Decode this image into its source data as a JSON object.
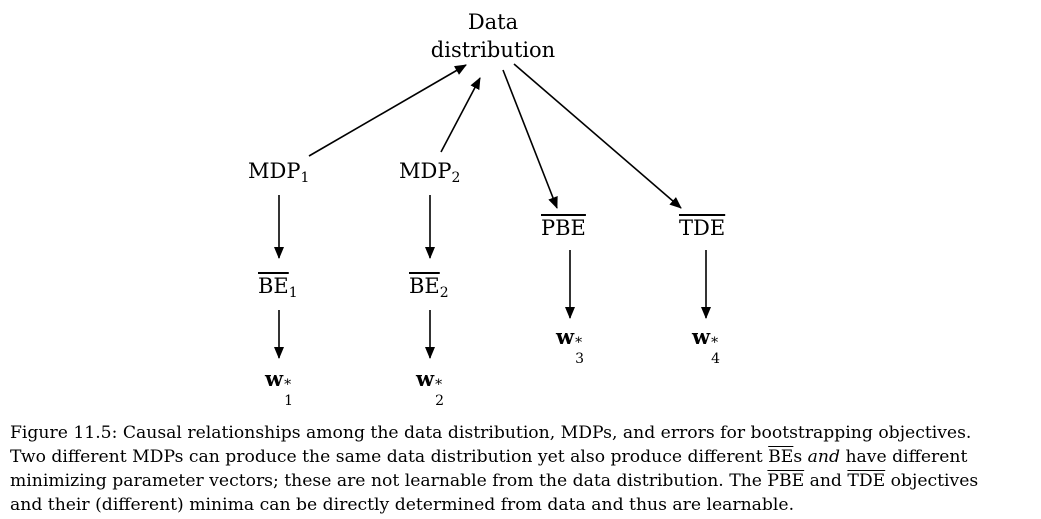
{
  "nodes": {
    "data_dist": {
      "line1": "Data",
      "line2": "distribution"
    },
    "mdp1": {
      "text": "MDP",
      "sub": "1"
    },
    "mdp2": {
      "text": "MDP",
      "sub": "2"
    },
    "pbe": {
      "text": "PBE"
    },
    "tde": {
      "text": "TDE"
    },
    "be1": {
      "text": "BE",
      "sub": "1"
    },
    "be2": {
      "text": "BE",
      "sub": "2"
    },
    "w1": {
      "text": "w",
      "sup": "*",
      "sub": "1"
    },
    "w2": {
      "text": "w",
      "sup": "*",
      "sub": "2"
    },
    "w3": {
      "text": "w",
      "sup": "*",
      "sub": "3"
    },
    "w4": {
      "text": "w",
      "sup": "*",
      "sub": "4"
    }
  },
  "caption": {
    "l1": "Figure 11.5: Causal relationships among the data distribution, MDPs, and errors for bootstrapping objectives.",
    "l2a": "Two different MDPs can produce the same data distribution yet also produce different ",
    "l2b": "BE",
    "l2c": "s ",
    "l2d": "and",
    "l2e": " have different",
    "l3": "minimizing parameter vectors; these are not learnable from the data distribution.  The ",
    "l3b": "PBE",
    "l3c": " and ",
    "l3d": "TDE",
    "l3e": " objectives",
    "l4": "and their (different) minima can be directly determined from data and thus are learnable."
  }
}
